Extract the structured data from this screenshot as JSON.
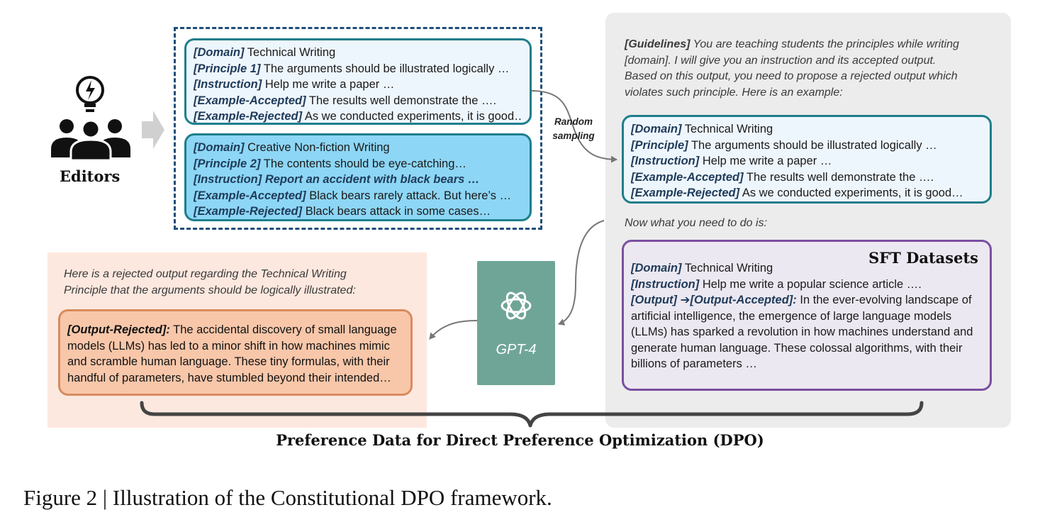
{
  "editors_label": "Editors",
  "principle_cards": [
    {
      "lines": [
        {
          "tag": "[Domain]",
          "text": " Technical Writing"
        },
        {
          "tag": "[Principle 1]",
          "text": "  The arguments should be illustrated logically …"
        },
        {
          "tag": "[Instruction]",
          "text": " Help me write a paper …"
        },
        {
          "tag": "[Example-Accepted]",
          "text": " The results well demonstrate the …."
        },
        {
          "tag": "[Example-Rejected]",
          "text": " As we conducted experiments, it is good…"
        }
      ]
    },
    {
      "lines": [
        {
          "tag": "[Domain]",
          "text": " Creative Non-fiction Writing"
        },
        {
          "tag": "[Principle 2]",
          "text": "  The contents should be eye-catching…"
        },
        {
          "tag": "[Instruction]",
          "text": " Report an accident with black bears …"
        },
        {
          "tag": "[Example-Accepted]",
          "text": " Black bears rarely attack. But here’s …"
        },
        {
          "tag": "[Example-Rejected]",
          "text": "  Black bears attack in some cases…"
        }
      ]
    }
  ],
  "random_sampling_label": "Random sampling",
  "guidelines": {
    "tag": "[Guidelines]",
    "lines": [
      " You are teaching students the principles while writing",
      "[domain]. I will give you an instruction and its accepted output.",
      "Based on this output, you need to propose a rejected output which",
      "violates such principle. Here is an example:"
    ]
  },
  "example_card": {
    "lines": [
      {
        "tag": "[Domain]",
        "text": " Technical Writing"
      },
      {
        "tag": "[Principle]",
        "text": "  The arguments should be illustrated logically …"
      },
      {
        "tag": "[Instruction]",
        "text": " Help me write a paper …"
      },
      {
        "tag": "[Example-Accepted]",
        "text": " The results well demonstrate the …."
      },
      {
        "tag": "[Example-Rejected]",
        "text": " As we conducted experiments, it is good…"
      }
    ]
  },
  "now_text": "Now what you need to do is:",
  "sft": {
    "title": "SFT Datasets",
    "domain_tag": "[Domain]",
    "domain_text": " Technical Writing",
    "instruction_tag": "[Instruction]",
    "instruction_text": " Help me write a popular science article ….",
    "output_tag": "[Output]",
    "output_arrow": " ➔",
    "output_accepted_tag": "[Output-Accepted]:",
    "output_lines": [
      " In the ever-evolving landscape of",
      "artificial intelligence, the emergence of large language models",
      "(LLMs) has sparked a revolution in how machines understand and",
      "generate human language. These colossal algorithms, with their",
      "billions of parameters …"
    ]
  },
  "gpt_label": "GPT-4",
  "rejected_intro_lines": [
    "Here is a rejected output regarding the Technical Writing",
    "Principle that the arguments should be logically illustrated:"
  ],
  "rejected": {
    "tag": "[Output-Rejected]:",
    "lines": [
      " The accidental discovery of small language",
      "models (LLMs) has led to a minor shift in how machines mimic",
      "and scramble human language. These tiny formulas, with their",
      "handful of parameters, have stumbled beyond their intended…"
    ]
  },
  "dpo_title": "Preference Data for Direct Preference Optimization (DPO)",
  "caption": "Figure 2 | Illustration of the Constitutional DPO framework."
}
